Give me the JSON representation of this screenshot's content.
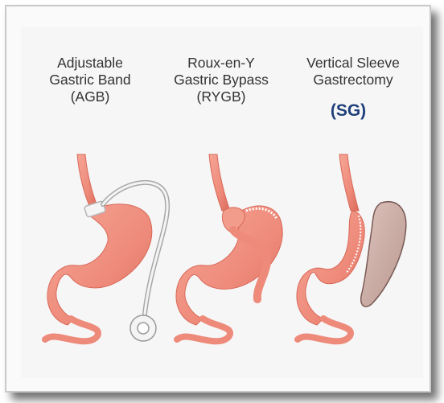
{
  "procedures": [
    {
      "title_line1": "Adjustable",
      "title_line2": "Gastric Band",
      "abbr": "(AGB)"
    },
    {
      "title_line1": "Roux-en-Y",
      "title_line2": "Gastric Bypass",
      "abbr": "(RYGB)"
    },
    {
      "title_line1": "Vertical Sleeve",
      "title_line2": "Gastrectomy",
      "abbr": ""
    }
  ],
  "sg_label": "(SG)",
  "colors": {
    "tissue": "#ee8a7a",
    "tissue_dark": "#d86858",
    "band_white": "#f4f4f4",
    "removed_stomach": "#c9aba3",
    "label_blue": "#1f3f7a"
  }
}
